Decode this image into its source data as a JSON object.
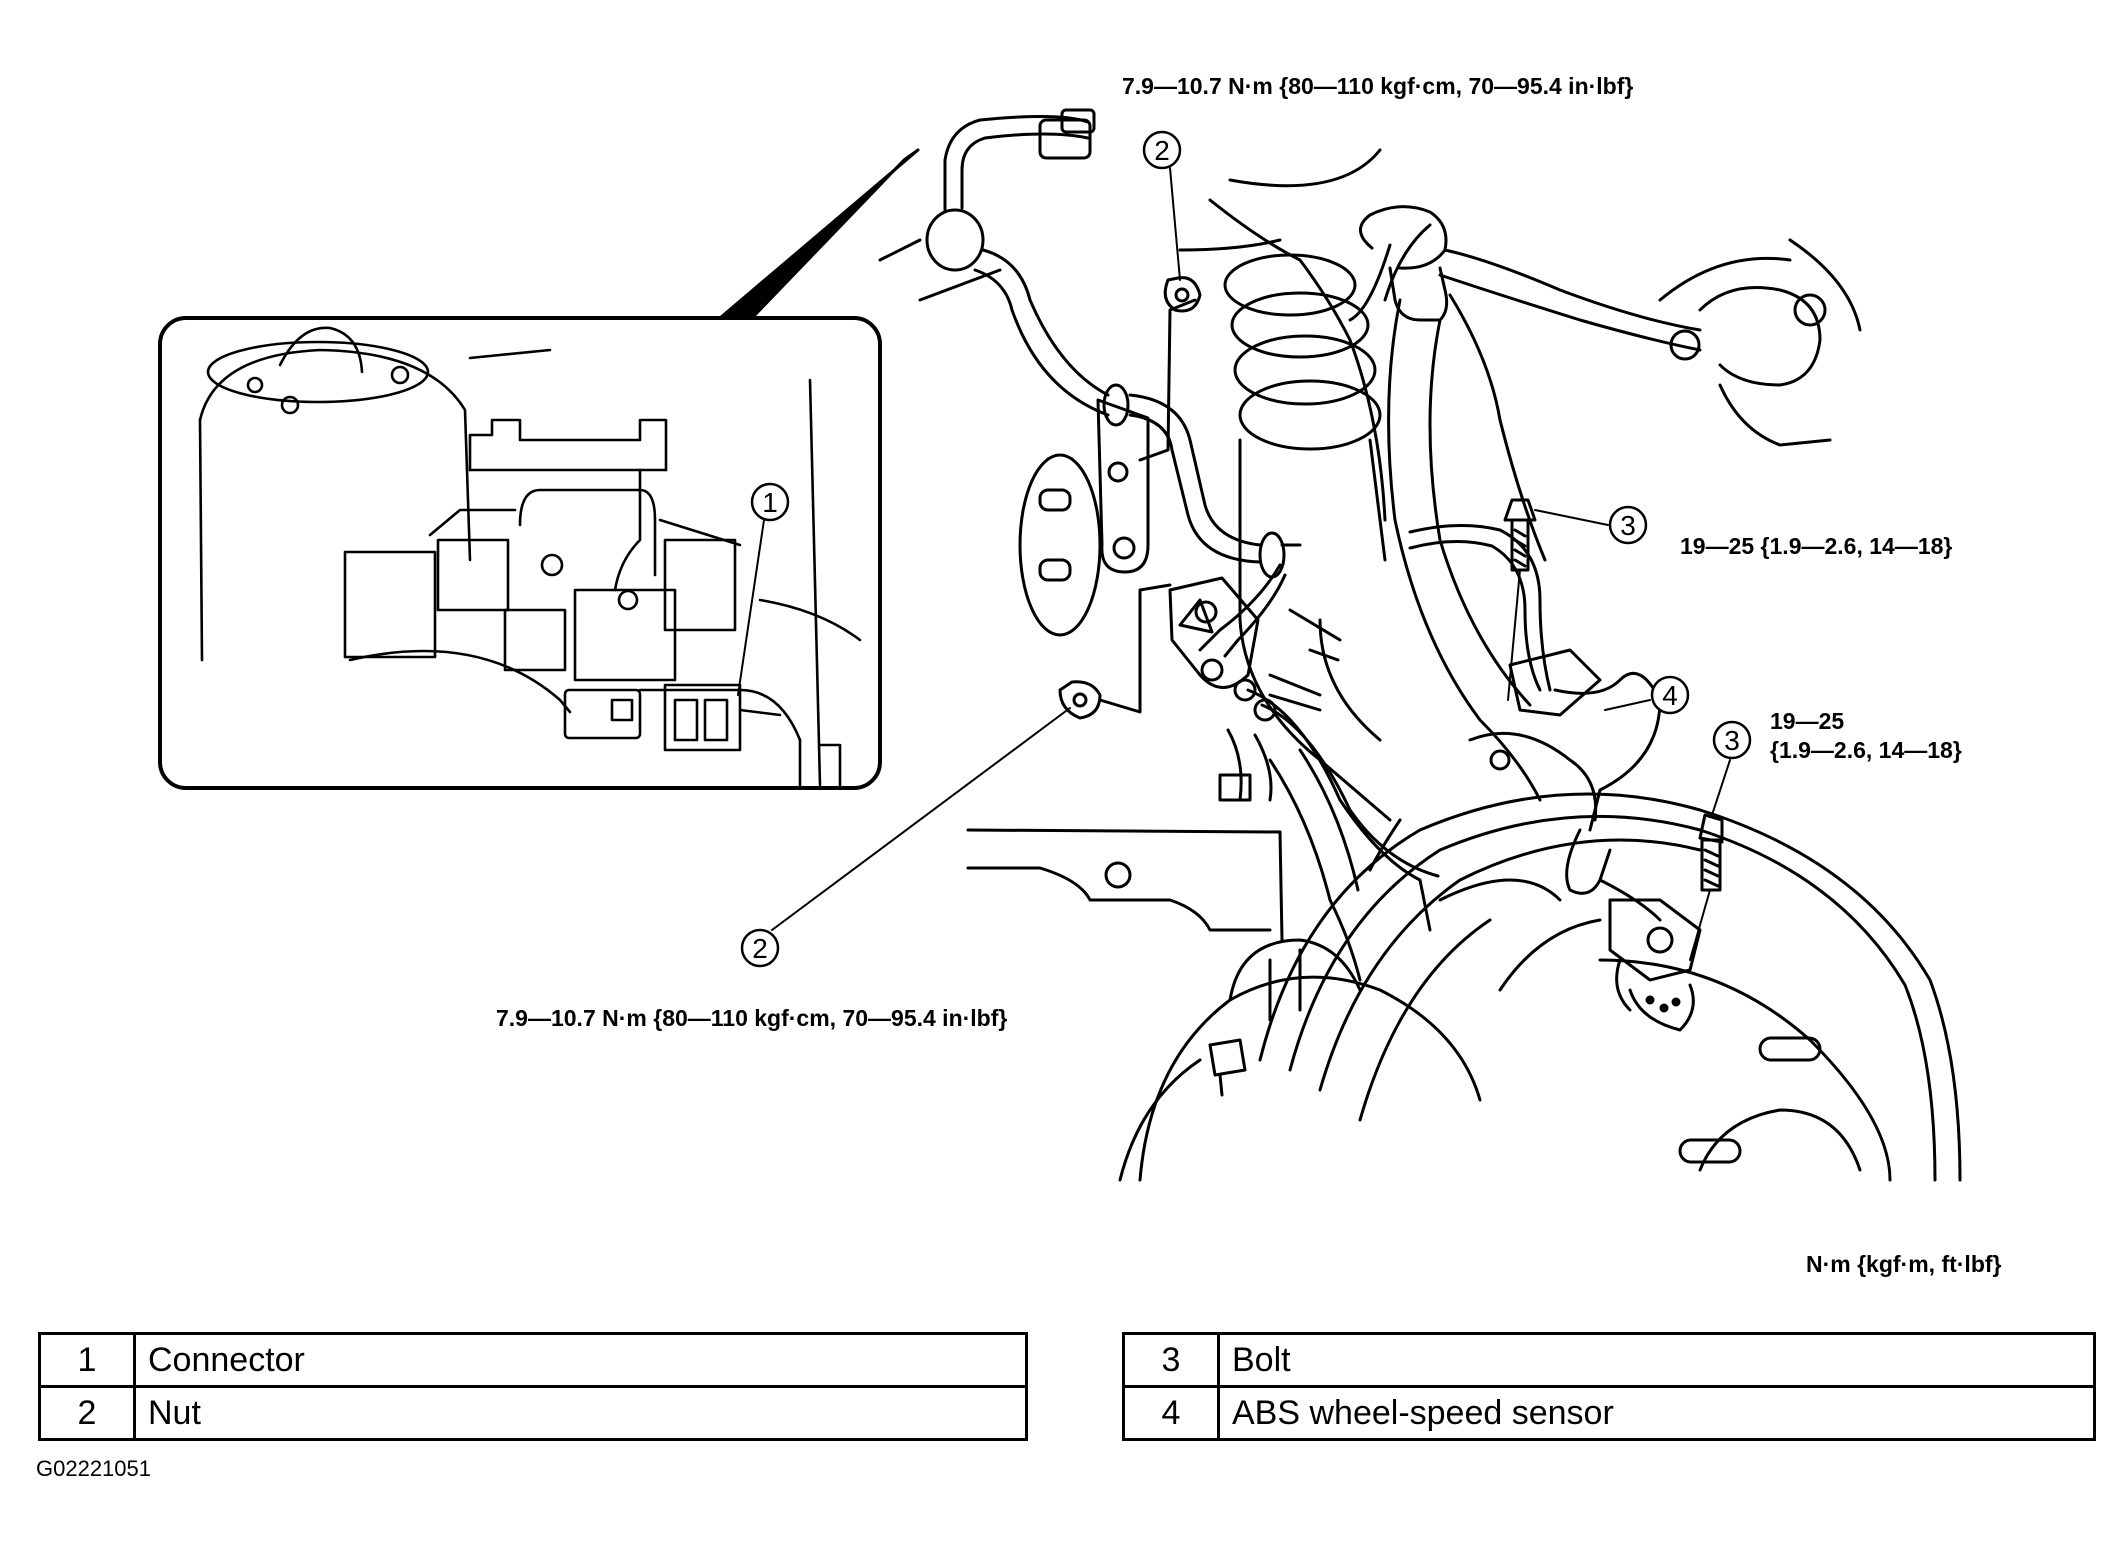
{
  "torque": {
    "upper_nut": "7.9—10.7 N·m {80—110 kgf·cm, 70—95.4 in·lbf}",
    "lower_nut": "7.9—10.7 N·m {80—110 kgf·cm, 70—95.4 in·lbf}",
    "upper_bolt": "19—25 {1.9—2.6, 14—18}",
    "lower_bolt_line1": "19—25",
    "lower_bolt_line2": "{1.9—2.6, 14—18}",
    "units": "N·m {kgf·m, ft·lbf}"
  },
  "callouts": {
    "c1": "1",
    "c2a": "2",
    "c2b": "2",
    "c3a": "3",
    "c3b": "3",
    "c4": "4"
  },
  "parts_left": [
    {
      "num": "1",
      "name": "Connector"
    },
    {
      "num": "2",
      "name": "Nut"
    }
  ],
  "parts_right": [
    {
      "num": "3",
      "name": "Bolt"
    },
    {
      "num": "4",
      "name": "ABS wheel-speed sensor"
    }
  ],
  "figure_id": "G02221051"
}
